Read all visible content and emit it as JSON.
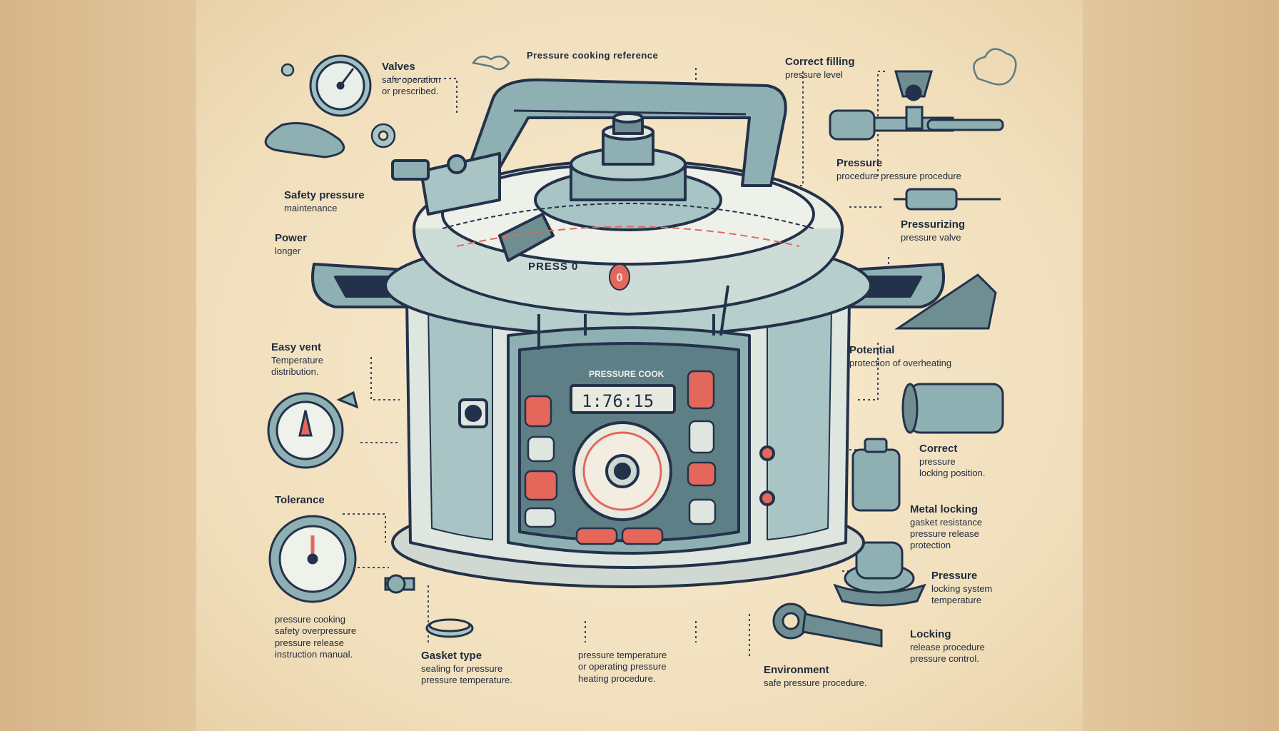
{
  "header": {
    "title": "Pressure cooking reference"
  },
  "cooker": {
    "panel_label": "PRESSURE COOK",
    "display": "1:76:15",
    "lid_text": "PRESS 0"
  },
  "labels": {
    "valves": {
      "title": "Valves",
      "desc1": "safe operation",
      "desc2": "or prescribed."
    },
    "correct_filling": {
      "title": "Correct filling",
      "desc": "pressure level"
    },
    "pressure": {
      "title": "Pressure",
      "desc": "procedure pressure procedure"
    },
    "safety": {
      "title": "Safety pressure",
      "desc": "maintenance"
    },
    "power": {
      "title": "Power",
      "desc": "longer"
    },
    "pressurizing": {
      "title": "Pressurizing",
      "desc": "pressure valve"
    },
    "easy_vent": {
      "title": "Easy vent",
      "desc1": "Temperature",
      "desc2": "distribution."
    },
    "potential": {
      "title": "Potential",
      "desc": "protection of overheating"
    },
    "correct_pressure": {
      "title": "Correct",
      "desc1": "pressure",
      "desc2": "locking position."
    },
    "tolerance": {
      "title": "Tolerance"
    },
    "metal_lock": {
      "title": "Metal locking",
      "desc1": "gasket resistance",
      "desc2": "pressure release",
      "desc3": "protection"
    },
    "pressure_lock": {
      "title": "Pressure",
      "desc1": "locking system",
      "desc2": "temperature"
    },
    "bottom_left": {
      "desc1": "pressure cooking",
      "desc2": "safety overpressure",
      "desc3": "pressure release",
      "desc4": "instruction manual."
    },
    "gasket": {
      "title": "Gasket type",
      "desc1": "sealing for pressure",
      "desc2": "pressure temperature."
    },
    "bottom_mid": {
      "desc1": "pressure temperature",
      "desc2": "or operating pressure",
      "desc3": "heating procedure."
    },
    "bottom_center": {
      "title": "Environment",
      "desc": "safe pressure procedure."
    },
    "bottom_right": {
      "title": "Locking",
      "desc1": "release procedure",
      "desc2": "pressure control."
    }
  },
  "colors": {
    "primary": "#23324a",
    "accent": "#e4675b",
    "metal": "#8fb0b3",
    "background": "#f5e8cc"
  },
  "icons": [
    "gauge-icon",
    "gear-icon",
    "hose-icon",
    "valve-icon",
    "cylinder-icon",
    "clip-icon",
    "timer-icon",
    "wrench-icon",
    "ring-icon",
    "knob-icon",
    "steam-icon"
  ]
}
